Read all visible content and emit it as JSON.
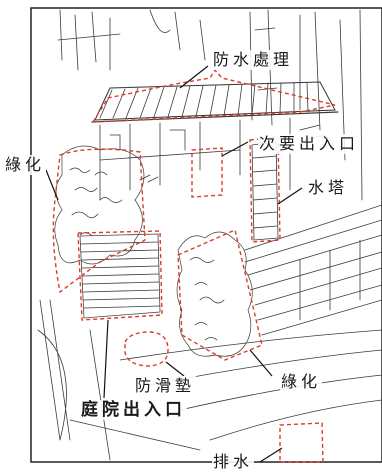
{
  "colors": {
    "annotation": "#e03a2a",
    "ink": "#333333",
    "paper": "#ffffff"
  },
  "labels": {
    "waterproofing": "防水處理",
    "secondary_entrance": "次要出入口",
    "water_tower": "水塔",
    "greening_left": "綠化",
    "greening_right": "綠化",
    "anti_slip_mat": "防滑墊",
    "courtyard_entrance": "庭院出入口",
    "drainage": "排水"
  }
}
